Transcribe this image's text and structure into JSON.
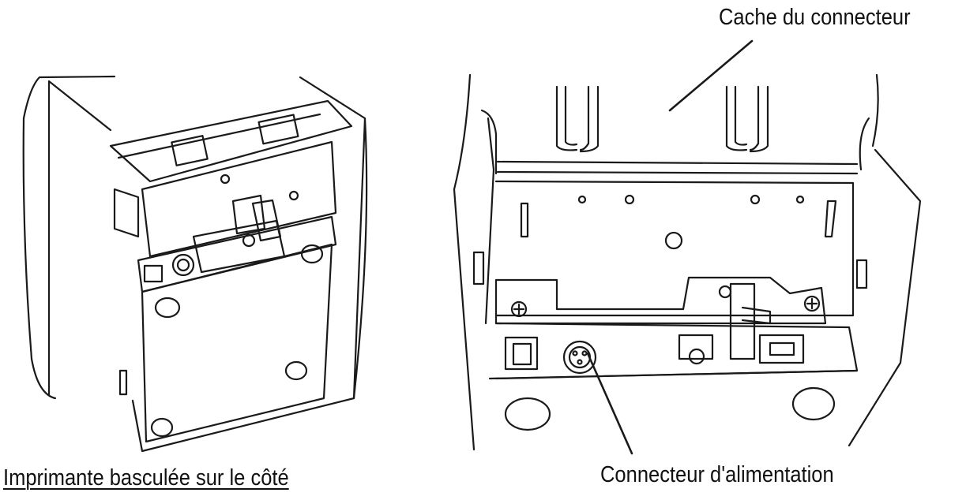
{
  "labels": {
    "connector_cover": "Cache du connecteur",
    "power_connector": "Connecteur d'alimentation",
    "caption": "Imprimante basculée sur le côté"
  },
  "colors": {
    "line": "#1a1a1a",
    "background": "#ffffff"
  },
  "icons": [
    "printer-tilted-illustration",
    "connector-closeup-illustration"
  ]
}
